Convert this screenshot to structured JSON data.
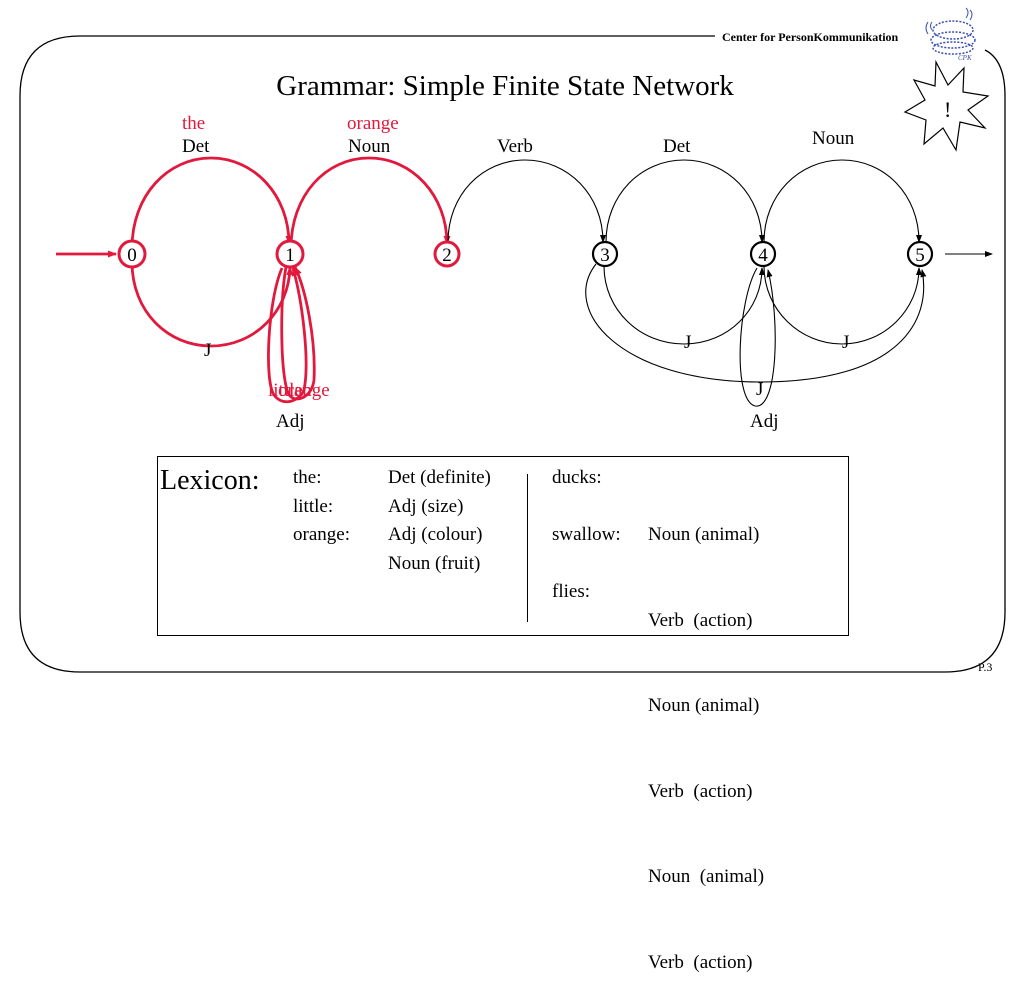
{
  "header": {
    "org": "Center for PersonKommunikation",
    "logo_text": "CPK",
    "page": "P.3"
  },
  "title": "Grammar: Simple Finite State Network",
  "burst": {
    "text": "!"
  },
  "states": [
    "0",
    "1",
    "2",
    "3",
    "4",
    "5"
  ],
  "arcs": {
    "a01": {
      "word": "the",
      "cat": "Det"
    },
    "a12": {
      "word": "orange",
      "cat": "Noun"
    },
    "a23": {
      "cat": "Verb"
    },
    "a34": {
      "cat": "Det"
    },
    "a45": {
      "cat": "Noun"
    },
    "j01": "J",
    "adj1": {
      "word1": "little",
      "word2": "orange",
      "cat": "Adj"
    },
    "j35": "J",
    "j45": "J",
    "j35b": "J",
    "adj4": {
      "cat": "Adj"
    }
  },
  "lexicon": {
    "heading": "Lexicon:",
    "left": {
      "words": [
        "the:",
        "little:",
        "orange:",
        ""
      ],
      "defs": [
        "Det (definite)",
        "Adj (size)",
        "Adj (colour)",
        "Noun (fruit)"
      ]
    },
    "right": {
      "words": [
        "ducks:",
        "",
        "swallow:",
        "",
        "flies:",
        ""
      ],
      "defs": [
        "Noun (animal)",
        "Verb  (action)",
        "Noun (animal)",
        "Verb  (action)",
        "Noun  (animal)",
        "Verb  (action)"
      ]
    }
  },
  "colors": {
    "highlight": "#e0193d",
    "line": "#000000",
    "logo": "#3a4fb0"
  }
}
